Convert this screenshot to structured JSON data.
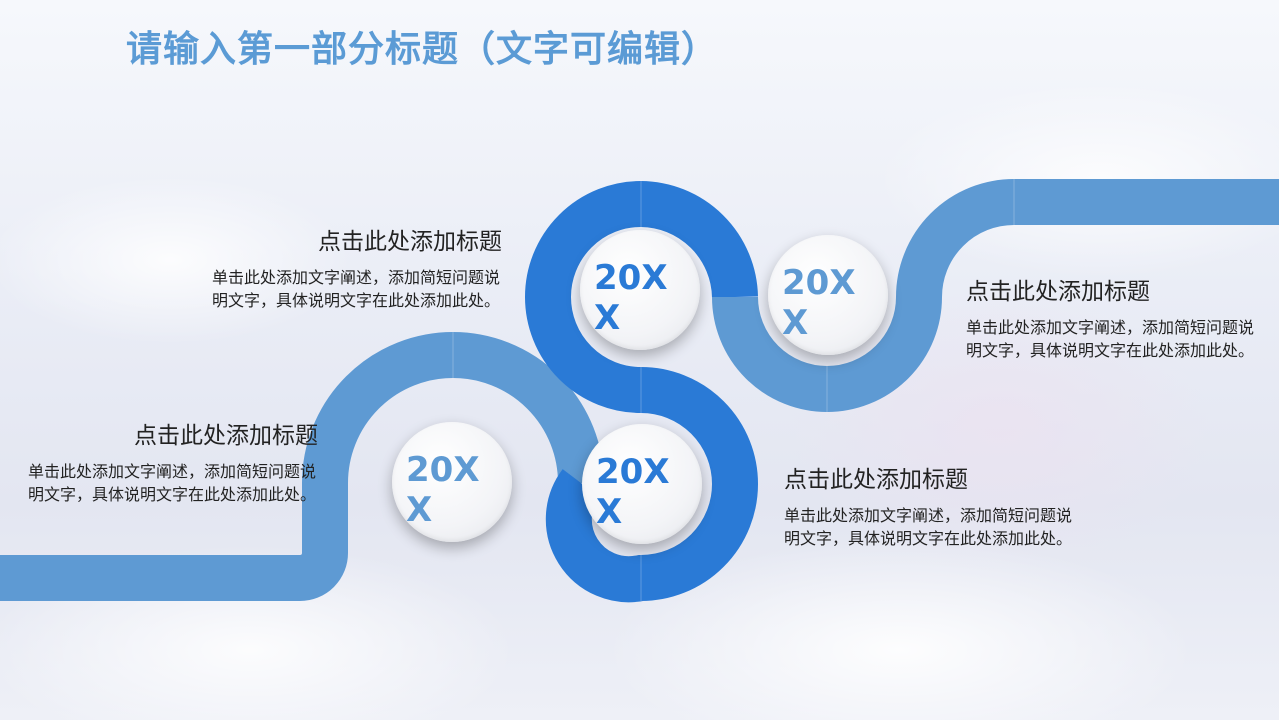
{
  "slide": {
    "title": "请输入第一部分标题（文字可编辑）"
  },
  "colors": {
    "dark_blue": "#2a7ad6",
    "light_blue": "#5e9ad3",
    "title_blue": "#5b9bd5"
  },
  "steps": [
    {
      "year": "20XX",
      "heading": "点击此处添加标题",
      "body": "单击此处添加文字阐述，添加简短问题说明文字，具体说明文字在此处添加此处。"
    },
    {
      "year": "20XX",
      "heading": "点击此处添加标题",
      "body": "单击此处添加文字阐述，添加简短问题说明文字，具体说明文字在此处添加此处。"
    },
    {
      "year": "20XX",
      "heading": "点击此处添加标题",
      "body": "单击此处添加文字阐述，添加简短问题说明文字，具体说明文字在此处添加此处。"
    },
    {
      "year": "20XX",
      "heading": "点击此处添加标题",
      "body": "单击此处添加文字阐述，添加简短问题说明文字，具体说明文字在此处添加此处。"
    }
  ]
}
